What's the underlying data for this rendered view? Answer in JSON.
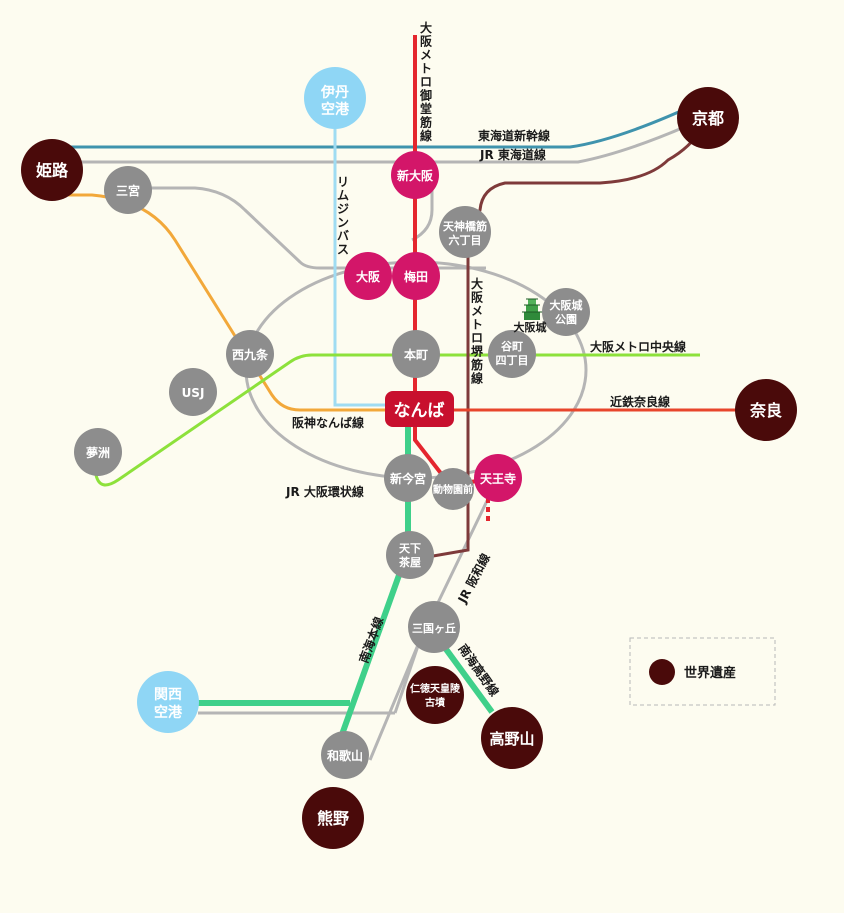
{
  "colors": {
    "background": "#fdfcf0",
    "station_gray": "#8d8d8d",
    "station_pink": "#d31669",
    "heritage": "#4a0a0a",
    "airport": "#8fd6f5",
    "namba": "#c8102e",
    "shinkansen": "#3f93ad",
    "jr_gray": "#b5b5b5",
    "midosuji": "#e4262e",
    "sakaisuji": "#7e3a3a",
    "chuo": "#8de13b",
    "kintetsu": "#e8452b",
    "hanshin": "#f2a83a",
    "nankai": "#3fd08a",
    "limo": "#9fdcf2"
  },
  "stations": {
    "itami": "伊丹\n空港",
    "himeji": "姫路",
    "kyoto": "京都",
    "sannomiya": "三宮",
    "shinosaka": "新大阪",
    "tenjinbashi": "天神橋筋\n六丁目",
    "osaka": "大阪",
    "umeda": "梅田",
    "osakajokoen": "大阪城\n公園",
    "nishikujo": "西九条",
    "honmachi": "本町",
    "tanimachi": "谷町\n四丁目",
    "usj": "USJ",
    "namba": "なんば",
    "nara": "奈良",
    "yumeshima": "夢洲",
    "shinimamiya": "新今宮",
    "dobutsuen": "動物園前",
    "tennoji": "天王寺",
    "tengachaya": "天下\n茶屋",
    "mikunigaoka": "三国ヶ丘",
    "kansai": "関西\n空港",
    "nintoku": "仁徳天皇陵\n古墳",
    "koyasan": "高野山",
    "wakayama": "和歌山",
    "kumano": "熊野"
  },
  "line_labels": {
    "midosuji": "大阪メトロ御堂筋線",
    "tokaido_shinkansen": "東海道新幹線",
    "jr_tokaido": "JR 東海道線",
    "limo": "リムジンバス",
    "sakaisuji": "大阪メトロ堺筋線",
    "chuo": "大阪メトロ中央線",
    "kintetsu_nara": "近鉄奈良線",
    "hanshin_namba": "阪神なんば線",
    "jr_loop": "JR 大阪環状線",
    "jr_hanwa": "JR 阪和線",
    "nankai_main": "南海本線",
    "nankai_koya": "南海高野線"
  },
  "landmarks": {
    "osaka_castle": "大阪城"
  },
  "legend": {
    "heritage": "世界遺産"
  },
  "icons": {
    "castle": "castle-icon"
  }
}
